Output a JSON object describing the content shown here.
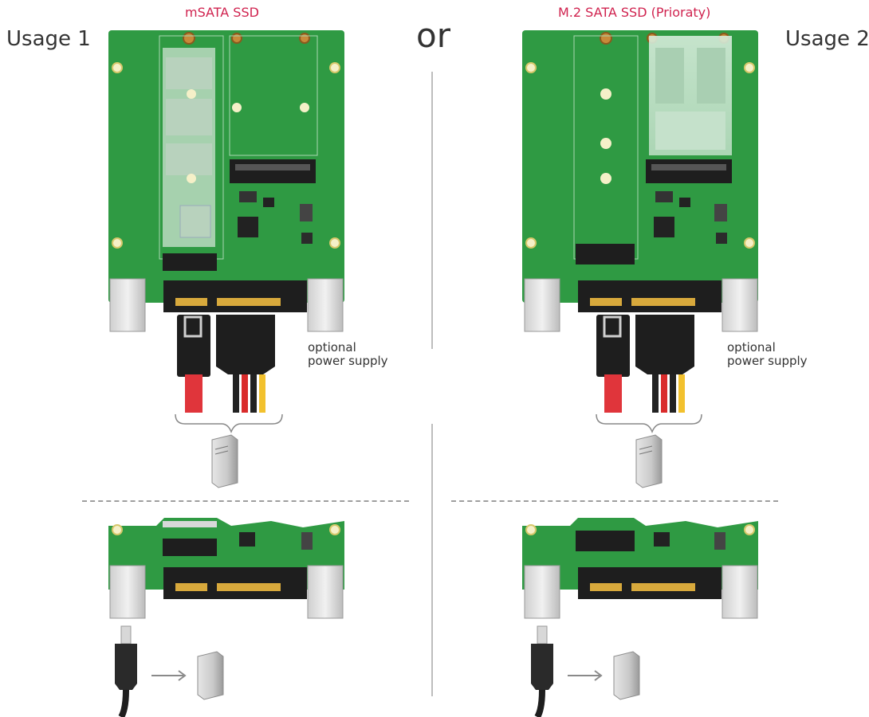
{
  "left": {
    "heading": "mSATA SSD",
    "usage_label": "Usage 1",
    "note_line1": "optional",
    "note_line2": "power supply"
  },
  "right": {
    "heading": "M.2 SATA SSD (Prioraty)",
    "usage_label": "Usage 2",
    "note_line1": "optional",
    "note_line2": "power supply"
  },
  "separator_label": "or",
  "colors": {
    "heading": "#d0234f",
    "pcb": "#2f9a43",
    "pcb_dark": "#1f7a32",
    "connector": "#1e1e1e",
    "sata_red": "#e0353b",
    "power_yellow": "#f2c12e"
  }
}
